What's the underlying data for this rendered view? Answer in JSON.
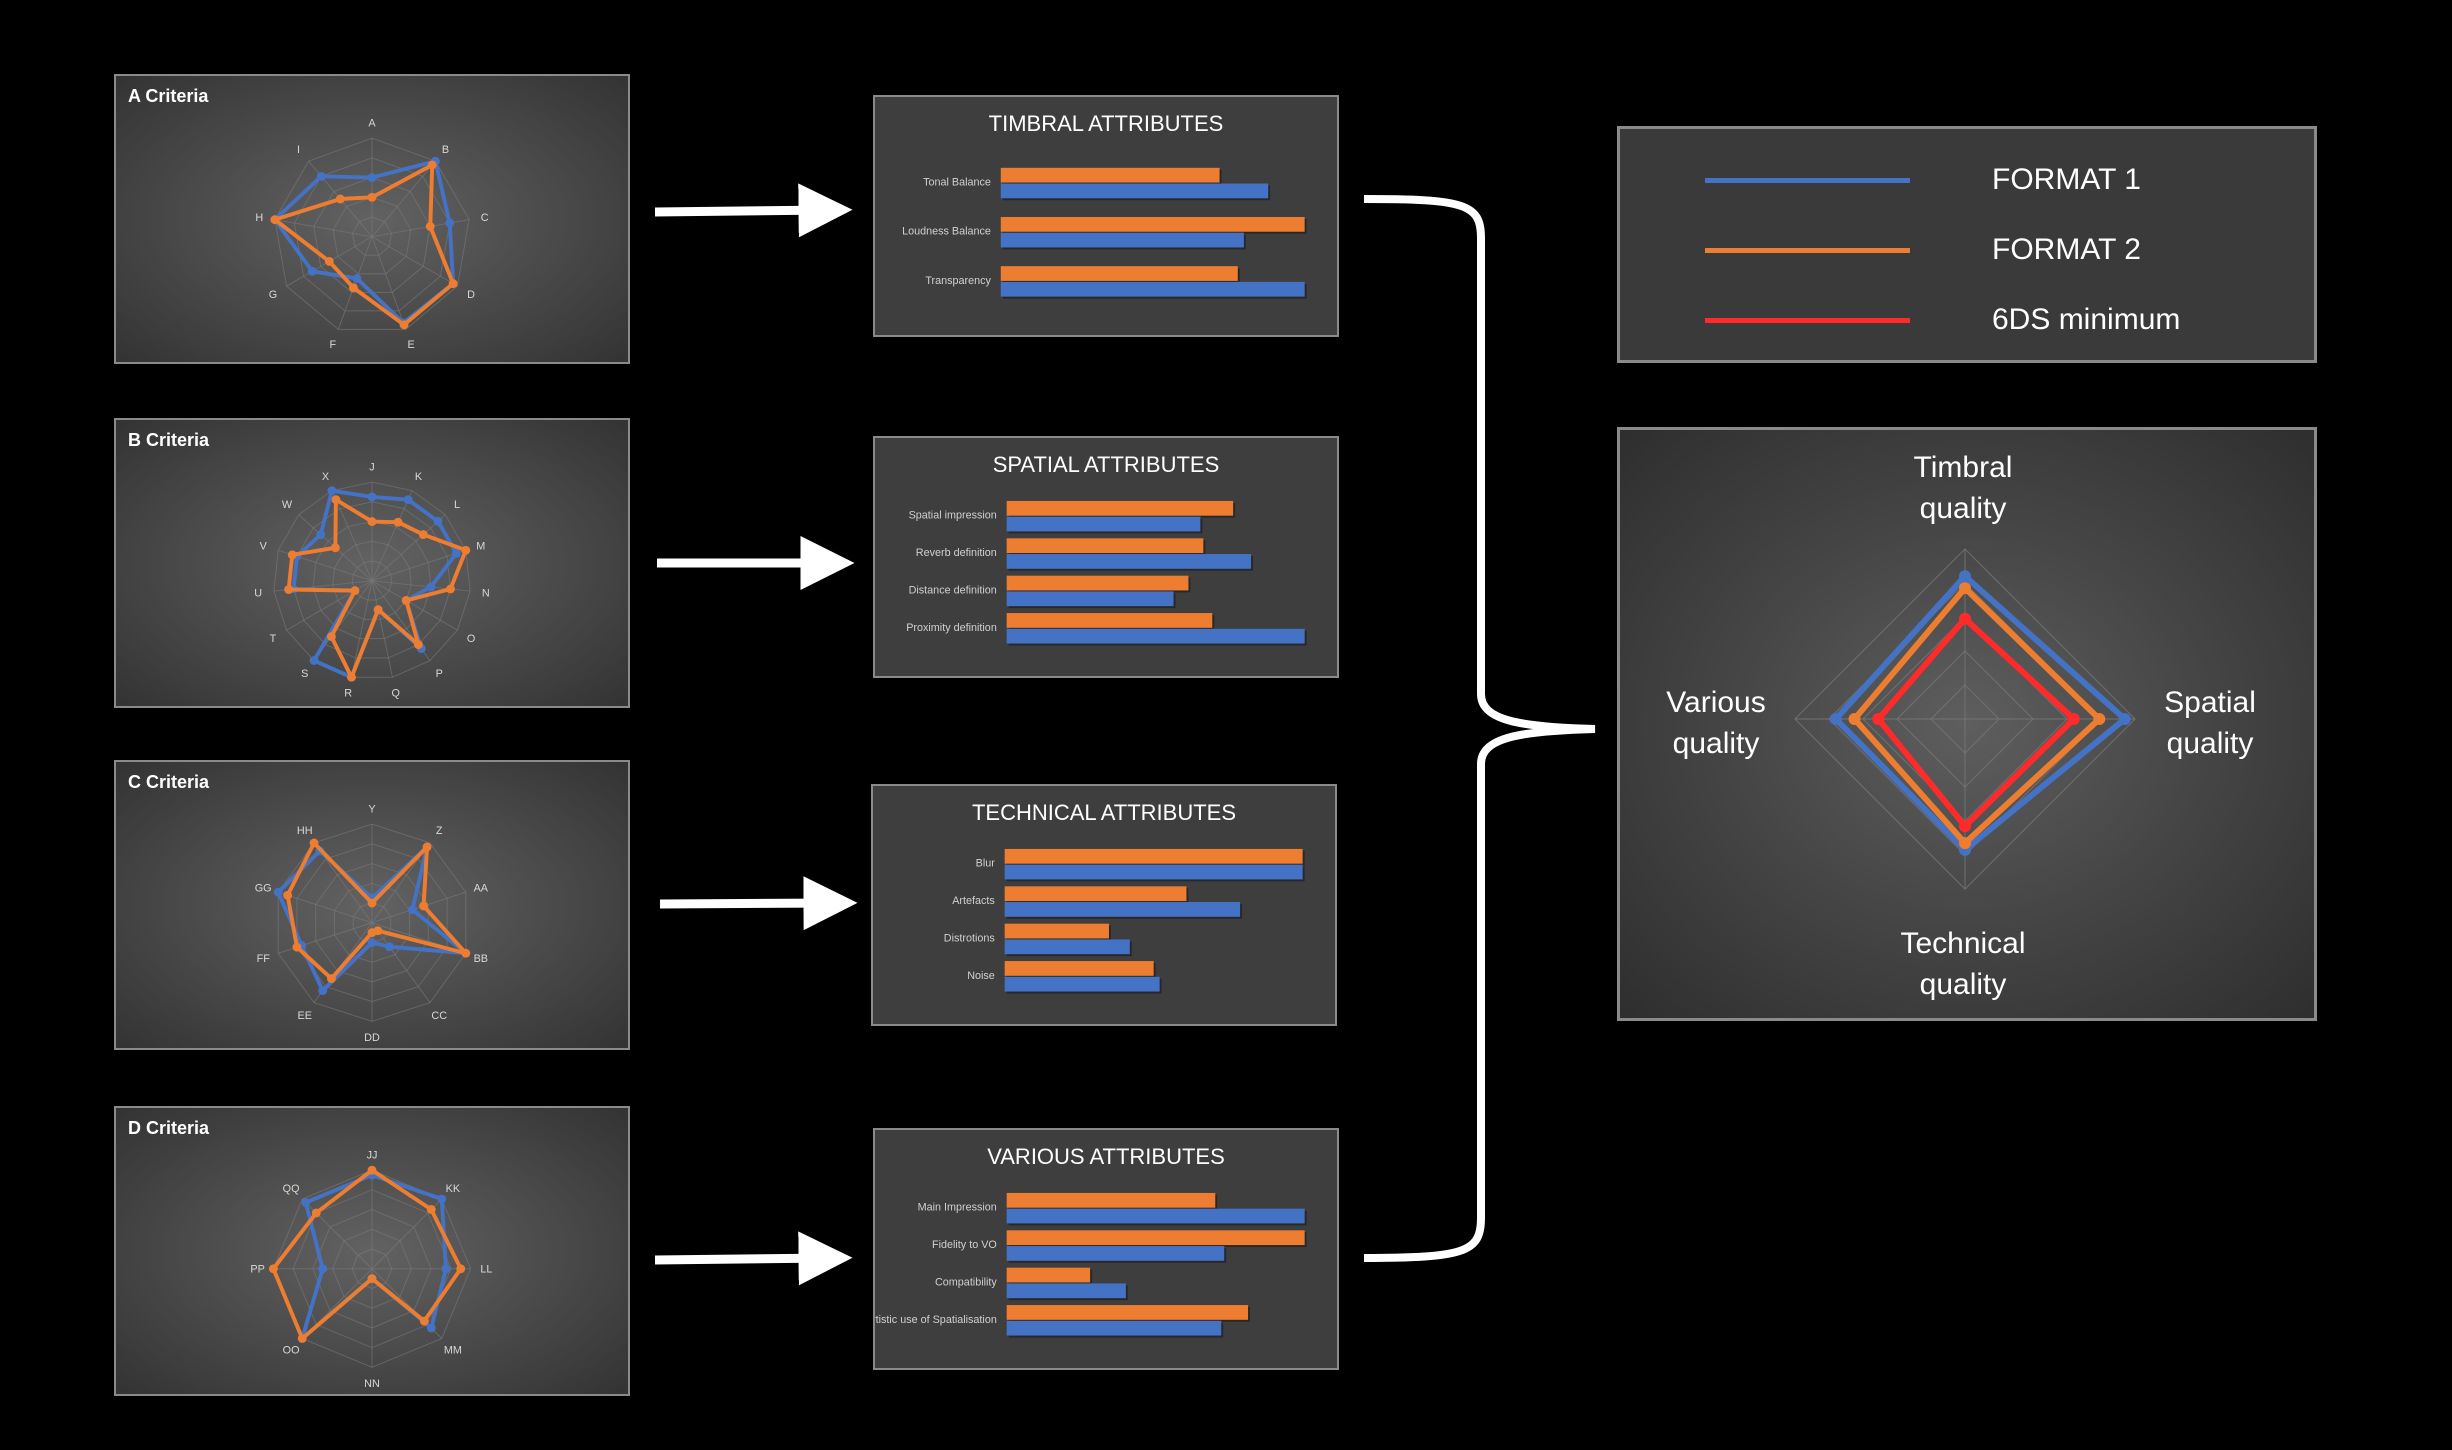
{
  "colors": {
    "format1": "#4472C4",
    "format2": "#ED7D31",
    "minimum": "#FF2A2A",
    "background": "#000000",
    "panel_border": "#8a8a8a"
  },
  "legend": {
    "items": [
      {
        "label": "FORMAT 1",
        "color": "#4472C4"
      },
      {
        "label": "FORMAT 2",
        "color": "#ED7D31"
      },
      {
        "label": "6DS minimum",
        "color": "#FF2A2A"
      }
    ]
  },
  "chart_data": [
    {
      "type": "radar",
      "title": "A Criteria",
      "categories": [
        "A",
        "B",
        "C",
        "D",
        "E",
        "F",
        "G",
        "H",
        "I"
      ],
      "series": [
        {
          "name": "FORMAT 1",
          "values": [
            6,
            10,
            8,
            9.5,
            9.3,
            4.5,
            7,
            10,
            8
          ]
        },
        {
          "name": "FORMAT 2",
          "values": [
            4,
            9.5,
            6,
            9.5,
            9.5,
            5.5,
            5,
            10,
            5
          ]
        }
      ],
      "rmax": 10
    },
    {
      "type": "radar",
      "title": "B Criteria",
      "categories": [
        "J",
        "K",
        "L",
        "M",
        "N",
        "O",
        "P",
        "Q",
        "R",
        "S",
        "T",
        "U",
        "V",
        "W",
        "X"
      ],
      "series": [
        {
          "name": "FORMAT 1",
          "values": [
            8.5,
            9,
            9,
            9,
            6,
            4,
            8.5,
            3,
            10,
            10,
            2,
            8,
            8,
            7,
            10
          ]
        },
        {
          "name": "FORMAT 2",
          "values": [
            6,
            6.5,
            7,
            10,
            8,
            4,
            8,
            3,
            10,
            7,
            2,
            8.5,
            8.5,
            5,
            9
          ]
        }
      ],
      "rmax": 10
    },
    {
      "type": "radar",
      "title": "C Criteria",
      "categories": [
        "Y",
        "Z",
        "AA",
        "BB",
        "CC",
        "DD",
        "EE",
        "FF",
        "GG",
        "HH"
      ],
      "series": [
        {
          "name": "FORMAT 1",
          "values": [
            2.5,
            9.5,
            4.3,
            10,
            3,
            2,
            8.5,
            7.5,
            10,
            9
          ]
        },
        {
          "name": "FORMAT 2",
          "values": [
            2,
            9.5,
            5.5,
            10,
            1,
            1,
            7,
            8,
            9,
            10
          ]
        }
      ],
      "rmax": 10
    },
    {
      "type": "radar",
      "title": "D Criteria",
      "categories": [
        "JJ",
        "KK",
        "LL",
        "MM",
        "NN",
        "OO",
        "PP",
        "QQ"
      ],
      "series": [
        {
          "name": "FORMAT 1",
          "values": [
            9.5,
            10,
            7.5,
            8.5,
            1,
            10,
            5,
            9.5
          ]
        },
        {
          "name": "FORMAT 2",
          "values": [
            10,
            8.5,
            9,
            7.5,
            1,
            10,
            10,
            8
          ]
        }
      ],
      "rmax": 10
    },
    {
      "type": "bar",
      "orientation": "horizontal",
      "title": "TIMBRAL ATTRIBUTES",
      "categories": [
        "Tonal Balance",
        "Loudness Balance",
        "Transparency"
      ],
      "series": [
        {
          "name": "FORMAT 2",
          "values": [
            7.2,
            10,
            7.8
          ]
        },
        {
          "name": "FORMAT 1",
          "values": [
            8.8,
            8,
            10
          ]
        }
      ],
      "xmax": 10
    },
    {
      "type": "bar",
      "orientation": "horizontal",
      "title": "SPATIAL ATTRIBUTES",
      "categories": [
        "Spatial impression",
        "Reverb definition",
        "Distance definition",
        "Proximity definition"
      ],
      "series": [
        {
          "name": "FORMAT 2",
          "values": [
            7.6,
            6.6,
            6.1,
            6.9
          ]
        },
        {
          "name": "FORMAT 1",
          "values": [
            6.5,
            8.2,
            5.6,
            10
          ]
        }
      ],
      "xmax": 10
    },
    {
      "type": "bar",
      "orientation": "horizontal",
      "title": "TECHNICAL ATTRIBUTES",
      "categories": [
        "Blur",
        "Artefacts",
        "Distrotions",
        "Noise"
      ],
      "series": [
        {
          "name": "FORMAT 2",
          "values": [
            10,
            6.1,
            3.5,
            5
          ]
        },
        {
          "name": "FORMAT 1",
          "values": [
            10,
            7.9,
            4.2,
            5.2
          ]
        }
      ],
      "xmax": 10
    },
    {
      "type": "bar",
      "orientation": "horizontal",
      "title": "VARIOUS ATTRIBUTES",
      "categories": [
        "Main Impression",
        "Fidelity to VO",
        "Compatibility",
        "Artistic use of Spatialisation"
      ],
      "series": [
        {
          "name": "FORMAT 2",
          "values": [
            7,
            10,
            2.8,
            8.1
          ]
        },
        {
          "name": "FORMAT 1",
          "values": [
            10,
            7.3,
            4,
            7.2
          ]
        }
      ],
      "xmax": 10
    },
    {
      "type": "radar",
      "categories": [
        "Timbral quality",
        "Spatial quality",
        "Technical quality",
        "Various quality"
      ],
      "category_lines": [
        [
          "Timbral",
          "quality"
        ],
        [
          "Spatial",
          "quality"
        ],
        [
          "Technical",
          "quality"
        ],
        [
          "Various",
          "quality"
        ]
      ],
      "series": [
        {
          "name": "FORMAT 1",
          "values": [
            8.4,
            9.4,
            7.7,
            7.6
          ]
        },
        {
          "name": "FORMAT 2",
          "values": [
            7.7,
            7.9,
            7.3,
            6.5
          ]
        },
        {
          "name": "6DS minimum",
          "values": [
            5.9,
            6.4,
            6.3,
            5.1
          ]
        }
      ],
      "rmax": 10
    }
  ]
}
